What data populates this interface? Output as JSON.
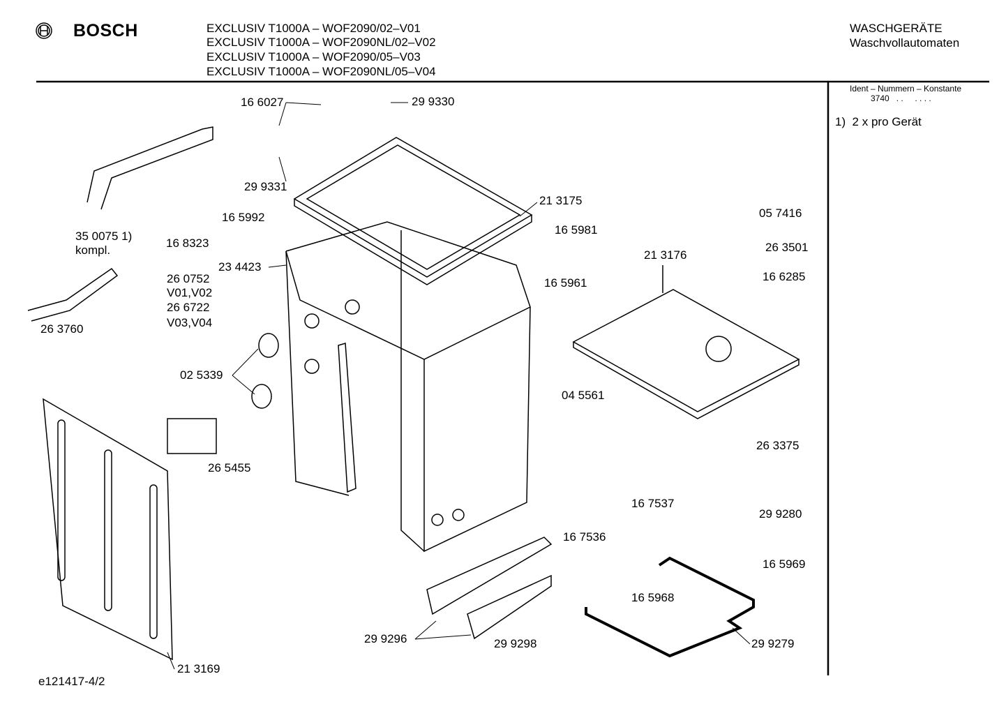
{
  "header": {
    "brand": "BOSCH",
    "models": [
      "EXCLUSIV T1000A – WOF2090/02–V01",
      "EXCLUSIV T1000A – WOF2090NL/02–V02",
      "EXCLUSIV T1000A – WOF2090/05–V03",
      "EXCLUSIV T1000A – WOF2090NL/05–V04"
    ],
    "category": "WASCHGERÄTE",
    "subcategory": "Waschvollautomaten"
  },
  "sidebar": {
    "ident_title": "Ident – Nummern – Konstante",
    "ident_value": "3740   . .     . . . .",
    "note": "1)  2 x pro Gerät"
  },
  "parts": [
    "16 6027",
    "29 9330",
    "29 9331",
    "21 3175",
    "16 5992",
    "16 5981",
    "35 0075 1)",
    "kompl.",
    "16 8323",
    "23 4423",
    "26 0752",
    "V01,V02",
    "26 6722",
    "V03,V04",
    "16 5961",
    "26 3760",
    "02 5339",
    "04 5561",
    "21 3176",
    "05 7416",
    "26 3501",
    "16 6285",
    "26 3375",
    "26 5455",
    "16 7537",
    "29 9280",
    "16 7536",
    "16 5969",
    "16 5968",
    "29 9296",
    "29 9298",
    "29 9279",
    "21 3169"
  ],
  "footer": {
    "drawing_id": "e121417-4/2"
  }
}
